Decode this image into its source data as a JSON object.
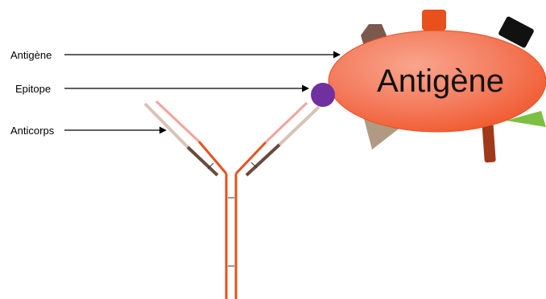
{
  "labels": {
    "antigen": "Antigène",
    "epitope": "Epitope",
    "antibody": "Anticorps",
    "antigen_body_text": "Antigène"
  },
  "colors": {
    "heavy_chain": "#e8501e",
    "light_chain_pink": "#f4a39a",
    "light_chain_beige": "#d9c3b8",
    "constant_dark": "#6b4a3c",
    "antigen_fill": "#f47e60",
    "epitope": "#7030a0",
    "arrow": "#000000"
  },
  "icons": {
    "antigen_shape": "ellipse-blob",
    "epitope_shape": "circle",
    "arrow": "arrow-right"
  }
}
